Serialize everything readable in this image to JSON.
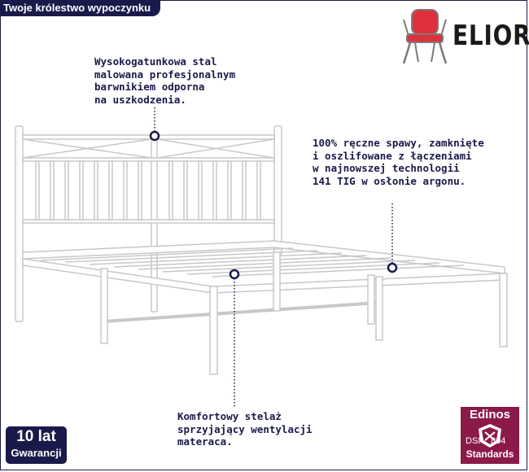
{
  "header": {
    "title": "Twoje królestwo wypoczynku"
  },
  "brand": {
    "name": "ELIOR",
    "logo_icon": "red-chair-icon",
    "accent_color": "#e0303c"
  },
  "callouts": {
    "steel": "Wysokogatunkowa stal\nmalowana profesjonalnym\nbarwnikiem odporna\nna uszkodzenia.",
    "weld": "100% ręczne spawy, zamknięte\ni oszlifowane z łączeniami\nw najnowszej technologii\n141 TIG w osłonie argonu.",
    "slats": "Komfortowy stelaż\nsprzyjający wentylacji\nmateraca."
  },
  "warranty": {
    "years": "10 lat",
    "label": "Gwarancji"
  },
  "certification": {
    "name": "Edinos",
    "dsi": "DSI",
    "code": "804",
    "standards": "Standards",
    "color": "#8b1a4a"
  },
  "colors": {
    "navy": "#1a1a4a",
    "bed_stroke": "#c8c8c8",
    "marker": "#1a1a4a"
  }
}
